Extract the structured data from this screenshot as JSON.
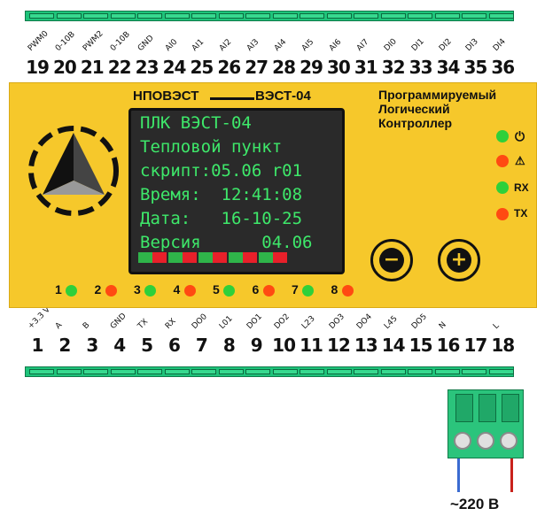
{
  "top_pins": {
    "numbers": [
      "19",
      "20",
      "21",
      "22",
      "23",
      "24",
      "25",
      "26",
      "27",
      "28",
      "29",
      "30",
      "31",
      "32",
      "33",
      "34",
      "35",
      "36"
    ],
    "labels": [
      "PWM0",
      "0-10B",
      "PWM2",
      "0-10B",
      "GND",
      "AI0",
      "AI1",
      "AI2",
      "AI3",
      "AI4",
      "AI5",
      "AI6",
      "AI7",
      "DI0",
      "DI1",
      "DI2",
      "DI3",
      "DI4"
    ]
  },
  "bottom_pins": {
    "numbers": [
      "1",
      "2",
      "3",
      "4",
      "5",
      "6",
      "7",
      "8",
      "9",
      "10",
      "11",
      "12",
      "13",
      "14",
      "15",
      "16",
      "17",
      "18"
    ],
    "labels": [
      "+3.3 V",
      "A",
      "B",
      "GND",
      "TX",
      "RX",
      "DO0",
      "L01",
      "DO1",
      "DO2",
      "L23",
      "DO3",
      "DO4",
      "L45",
      "DO5",
      "N",
      "",
      "L"
    ]
  },
  "brand": {
    "left": "НПОВЭСТ",
    "right": "ВЭСТ-04",
    "desc1": "Программируемый",
    "desc2": "Логический",
    "desc3": "Контроллер"
  },
  "screen": {
    "lines": [
      "ПЛК ВЭСТ-04",
      "Тепловой пункт",
      "скрипт:05.06 r01",
      "Время:  12:41:08",
      "Дата:   16-10-25",
      "Версия      04.06"
    ],
    "led_colors": [
      "#2fb44a",
      "#e8202a",
      "#2fb44a",
      "#e8202a",
      "#2fb44a",
      "#e8202a",
      "#2fb44a",
      "#e8202a",
      "#2fb44a",
      "#e8202a"
    ]
  },
  "status": [
    {
      "icon": "power-icon",
      "glyph": "⏻",
      "color": "#2fd03a"
    },
    {
      "icon": "warning-icon",
      "glyph": "⚠",
      "color": "#ff4a12"
    },
    {
      "label": "RX",
      "color": "#2fd03a"
    },
    {
      "label": "TX",
      "color": "#ff4a12"
    }
  ],
  "channels": [
    {
      "num": "1",
      "color": "#2fd03a"
    },
    {
      "num": "2",
      "color": "#ff4a12"
    },
    {
      "num": "3",
      "color": "#2fd03a"
    },
    {
      "num": "4",
      "color": "#ff4a12"
    },
    {
      "num": "5",
      "color": "#2fd03a"
    },
    {
      "num": "6",
      "color": "#ff4a12"
    },
    {
      "num": "7",
      "color": "#2fd03a"
    },
    {
      "num": "8",
      "color": "#ff4a12"
    }
  ],
  "buttons": {
    "minus_icon": "minus-icon",
    "plus_icon": "plus-icon"
  },
  "power_label": "~220 В"
}
